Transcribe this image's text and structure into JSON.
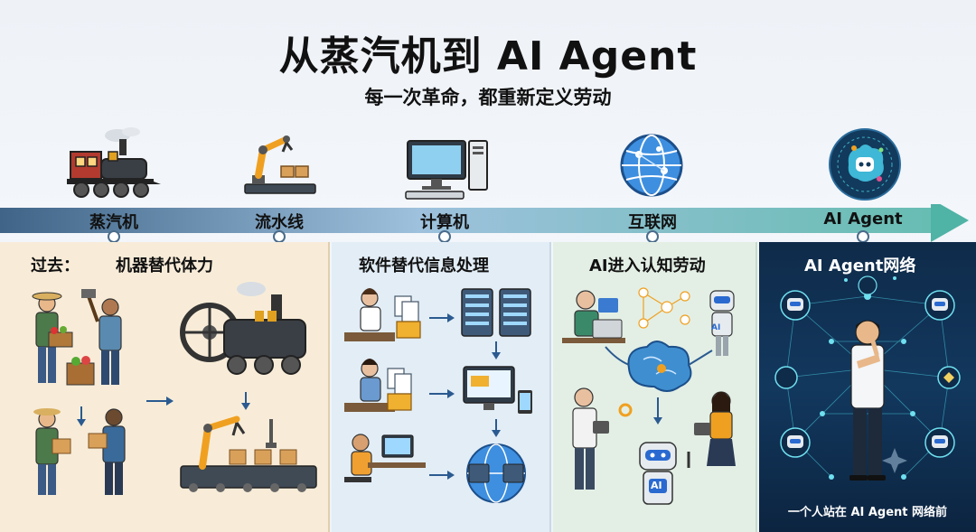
{
  "header": {
    "title": "从蒸汽机到 AI Agent",
    "subtitle": "每一次革命，都重新定义劳动"
  },
  "timeline": {
    "eras": [
      {
        "label": "蒸汽机",
        "icon": "steam-locomotive-icon"
      },
      {
        "label": "流水线",
        "icon": "robotic-arm-icon"
      },
      {
        "label": "计算机",
        "icon": "desktop-computer-icon"
      },
      {
        "label": "互联网",
        "icon": "globe-network-icon"
      },
      {
        "label": "AI Agent",
        "icon": "ai-brain-icon"
      }
    ]
  },
  "panels": {
    "past": {
      "prefix": "过去：",
      "title": "机器替代体力"
    },
    "software": {
      "title": "软件替代信息处理"
    },
    "cognitive": {
      "title": "AI进入认知劳动",
      "chip_label": "AI",
      "robot_label": "AI"
    },
    "agent": {
      "title": "AI Agent网络",
      "caption": "一个人站在 AI Agent 网络前"
    }
  },
  "colors": {
    "timeline_start": "#1f4a73",
    "timeline_end": "#4fb3a6",
    "past_bg": "#f8ecd8",
    "software_bg": "#e2edf6",
    "cognitive_bg": "#e3efe5",
    "agent_bg": "#12385e",
    "accent_orange": "#f0a020"
  }
}
